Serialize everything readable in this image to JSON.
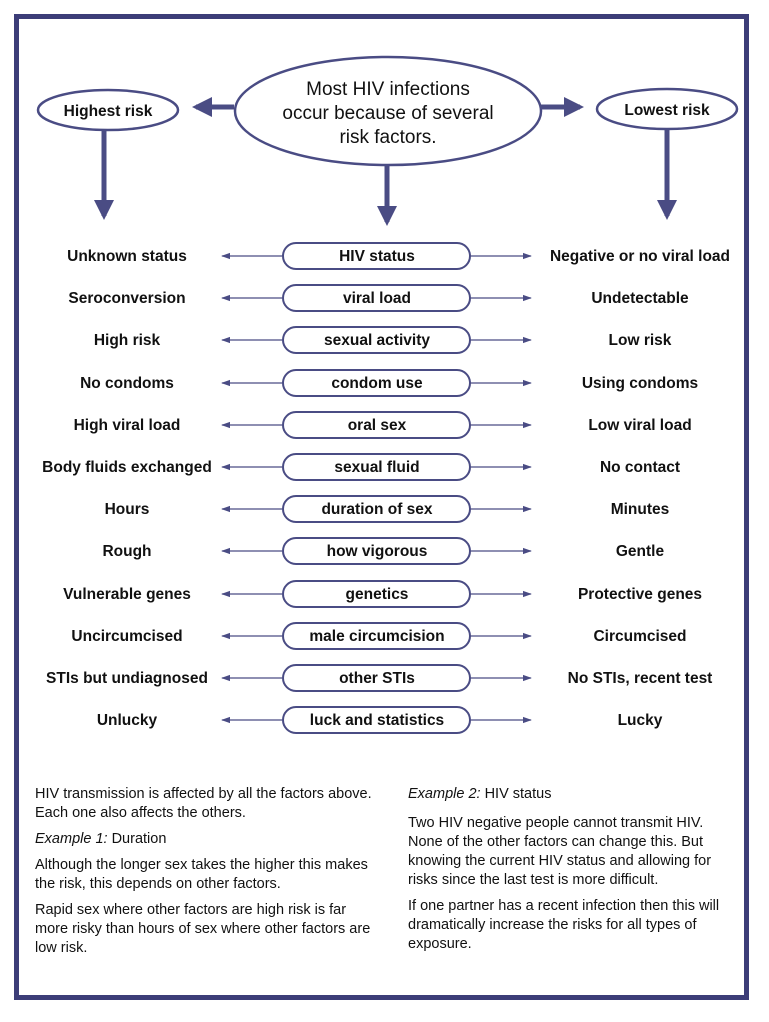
{
  "header": {
    "main_bubble_lines": [
      "Most HIV infections",
      "occur because of several",
      "risk factors."
    ],
    "highest_risk": "Highest risk",
    "lowest_risk": "Lowest risk"
  },
  "factors": [
    {
      "left": "Unknown status",
      "center": "HIV status",
      "right": "Negative or no viral load"
    },
    {
      "left": "Seroconversion",
      "center": "viral load",
      "right": "Undetectable"
    },
    {
      "left": "High risk",
      "center": "sexual activity",
      "right": "Low risk"
    },
    {
      "left": "No condoms",
      "center": "condom use",
      "right": "Using condoms"
    },
    {
      "left": "High viral load",
      "center": "oral sex",
      "right": "Low viral load"
    },
    {
      "left": "Body fluids exchanged",
      "center": "sexual fluid",
      "right": "No contact"
    },
    {
      "left": "Hours",
      "center": "duration of sex",
      "right": "Minutes"
    },
    {
      "left": "Rough",
      "center": "how vigorous",
      "right": "Gentle"
    },
    {
      "left": "Vulnerable genes",
      "center": "genetics",
      "right": "Protective genes"
    },
    {
      "left": "Uncircumcised",
      "center": "male circumcision",
      "right": "Circumcised"
    },
    {
      "left": "STIs but undiagnosed",
      "center": "other STIs",
      "right": "No STIs, recent test"
    },
    {
      "left": "Unlucky",
      "center": "luck and statistics",
      "right": "Lucky"
    }
  ],
  "notes_left": {
    "intro": "HIV transmission is affected by all the factors above. Each one also affects the others.",
    "example1_label": "Example 1:",
    "example1_title": " Duration",
    "para1": "Although the longer sex takes the higher this makes the risk, this depends on other factors.",
    "para2": "Rapid sex where other factors are high risk is far more risky than hours of sex where other factors are low risk."
  },
  "notes_right": {
    "example2_label": "Example 2:",
    "example2_title": " HIV status",
    "para1": "Two HIV negative people cannot transmit HIV. None of the other factors can change this. But knowing the current HIV status and allowing for risks since the last test is more difficult.",
    "para2": "If one partner has a recent infection then this will dramatically increase the risks for all types of exposure."
  },
  "colors": {
    "frame": "#3c3d78",
    "line": "#4a4c84"
  }
}
